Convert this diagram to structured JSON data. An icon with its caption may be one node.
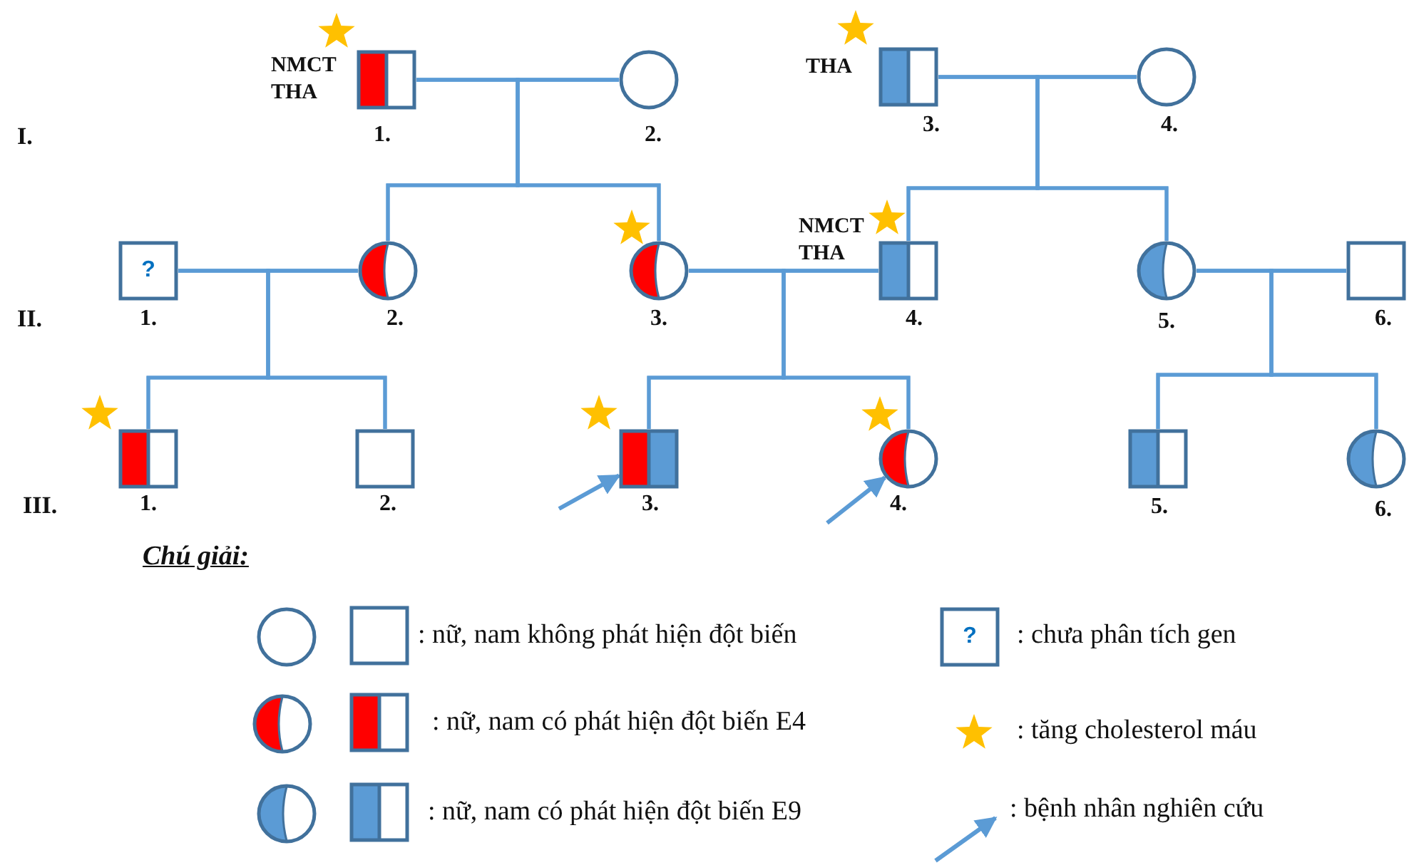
{
  "diagram": {
    "nodes": [
      {
        "text": [],
        "shape": "box",
        "beside": [
          "NMCT THA",
          "1."
        ]
      },
      {
        "text": [],
        "shape": "circle",
        "beside": [
          "2."
        ]
      },
      {
        "text": [],
        "shape": "box",
        "beside": [
          "THA",
          "3."
        ]
      },
      {
        "text": [],
        "shape": "circle",
        "beside": [
          "4."
        ]
      },
      {
        "text": [
          "?"
        ],
        "beside": [
          "1."
        ]
      },
      {
        "text": [],
        "shape": "circle",
        "beside": [
          "2."
        ]
      },
      {
        "text": [],
        "shape": "circle",
        "beside": [
          "3."
        ]
      },
      {
        "text": [],
        "shape": "box",
        "beside": [
          "NMCT THA",
          "4."
        ]
      },
      {
        "text": [],
        "shape": "circle",
        "beside": [
          "5."
        ]
      },
      {
        "text": [],
        "shape": "box",
        "beside": [
          "6."
        ]
      },
      {
        "text": [],
        "shape": "box",
        "beside": [
          "1."
        ]
      },
      {
        "text": [],
        "shape": "box",
        "beside": [
          "2."
        ]
      },
      {
        "text": [],
        "shape": "box",
        "beside": [
          "3."
        ]
      },
      {
        "text": [],
        "shape": "circle",
        "beside": [
          "4."
        ]
      },
      {
        "text": [],
        "shape": "box",
        "beside": [
          "5."
        ]
      },
      {
        "text": [],
        "shape": "circle",
        "beside": [
          "6."
        ]
      }
    ],
    "edges": [
      {
        "from": 0,
        "to": 1,
        "arrow": "none"
      },
      {
        "from": 0,
        "to": 5,
        "arrow": "none"
      },
      {
        "from": 1,
        "to": 5,
        "arrow": "none"
      },
      {
        "from": 0,
        "to": 6,
        "arrow": "none"
      },
      {
        "from": 1,
        "to": 6,
        "arrow": "none"
      },
      {
        "from": 2,
        "to": 3,
        "arrow": "none"
      },
      {
        "from": 2,
        "to": 7,
        "arrow": "none"
      },
      {
        "from": 3,
        "to": 7,
        "arrow": "none"
      },
      {
        "from": 2,
        "to": 8,
        "arrow": "none"
      },
      {
        "from": 3,
        "to": 8,
        "arrow": "none"
      },
      {
        "from": 4,
        "to": 5,
        "arrow": "none"
      },
      {
        "from": 4,
        "to": 10,
        "arrow": "none"
      },
      {
        "from": 5,
        "to": 10,
        "arrow": "none"
      },
      {
        "from": 4,
        "to": 11,
        "arrow": "none"
      },
      {
        "from": 5,
        "to": 11,
        "arrow": "none"
      },
      {
        "from": 6,
        "to": 7,
        "arrow": "none"
      },
      {
        "from": 6,
        "to": 12,
        "arrow": "none"
      },
      {
        "from": 7,
        "to": 12,
        "arrow": "none"
      },
      {
        "from": 6,
        "to": 13,
        "arrow": "none"
      },
      {
        "from": 7,
        "to": 13,
        "arrow": "none"
      },
      {
        "from": 8,
        "to": 9,
        "arrow": "none"
      },
      {
        "from": 8,
        "to": 14,
        "arrow": "none"
      },
      {
        "from": 9,
        "to": 14,
        "arrow": "none"
      },
      {
        "from": 8,
        "to": 15,
        "arrow": "none"
      },
      {
        "from": 9,
        "to": 15,
        "arrow": "none"
      },
      {
        "from": null,
        "to": 12,
        "arrow": "to"
      },
      {
        "from": null,
        "to": 13,
        "arrow": "to"
      }
    ],
    "labels": [
      "I.",
      "II.",
      "III.",
      "Chú giải:",
      "?"
    ],
    "legend": [
      {
        "text": ": nữ, nam không phát hiện đột biến"
      },
      {
        "text": ": nữ, nam có phát hiện đột biến E4",
        "color": "#ff0000"
      },
      {
        "text": ": nữ, nam có phát hiện đột biến E9",
        "color": "#5b9bd5"
      },
      {
        "text": ": chưa phân tích gen"
      },
      {
        "text": ": tăng cholesterol máu"
      },
      {
        "text": ": bệnh nhân nghiên cứu"
      }
    ]
  }
}
